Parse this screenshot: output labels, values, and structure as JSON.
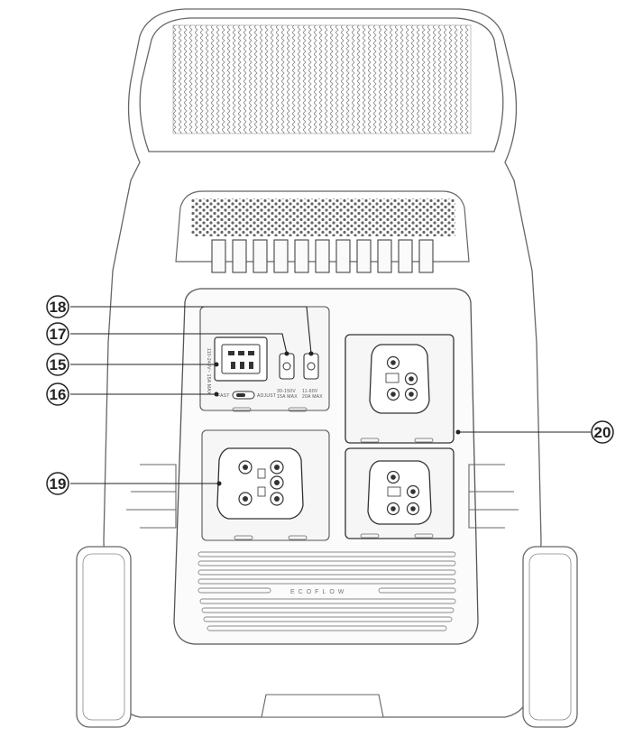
{
  "callouts": [
    {
      "id": "18",
      "num": "18"
    },
    {
      "id": "17",
      "num": "17"
    },
    {
      "id": "15",
      "num": "15"
    },
    {
      "id": "16",
      "num": "16"
    },
    {
      "id": "19",
      "num": "19"
    },
    {
      "id": "20",
      "num": "20"
    }
  ],
  "panel": {
    "ac_input_label": "110-240V~ 15A MAX",
    "charge_fast": "FAST",
    "charge_adjust": "ADJUST",
    "dc1_rating_line1": "30-150V",
    "dc1_rating_line2": "15A MAX",
    "dc2_rating_line1": "11-60V",
    "dc2_rating_line2": "20A MAX"
  },
  "brand": "ECOFLOW",
  "colors": {
    "outline": "#555555",
    "line": "#333333",
    "fill": "#f7f7f7"
  }
}
